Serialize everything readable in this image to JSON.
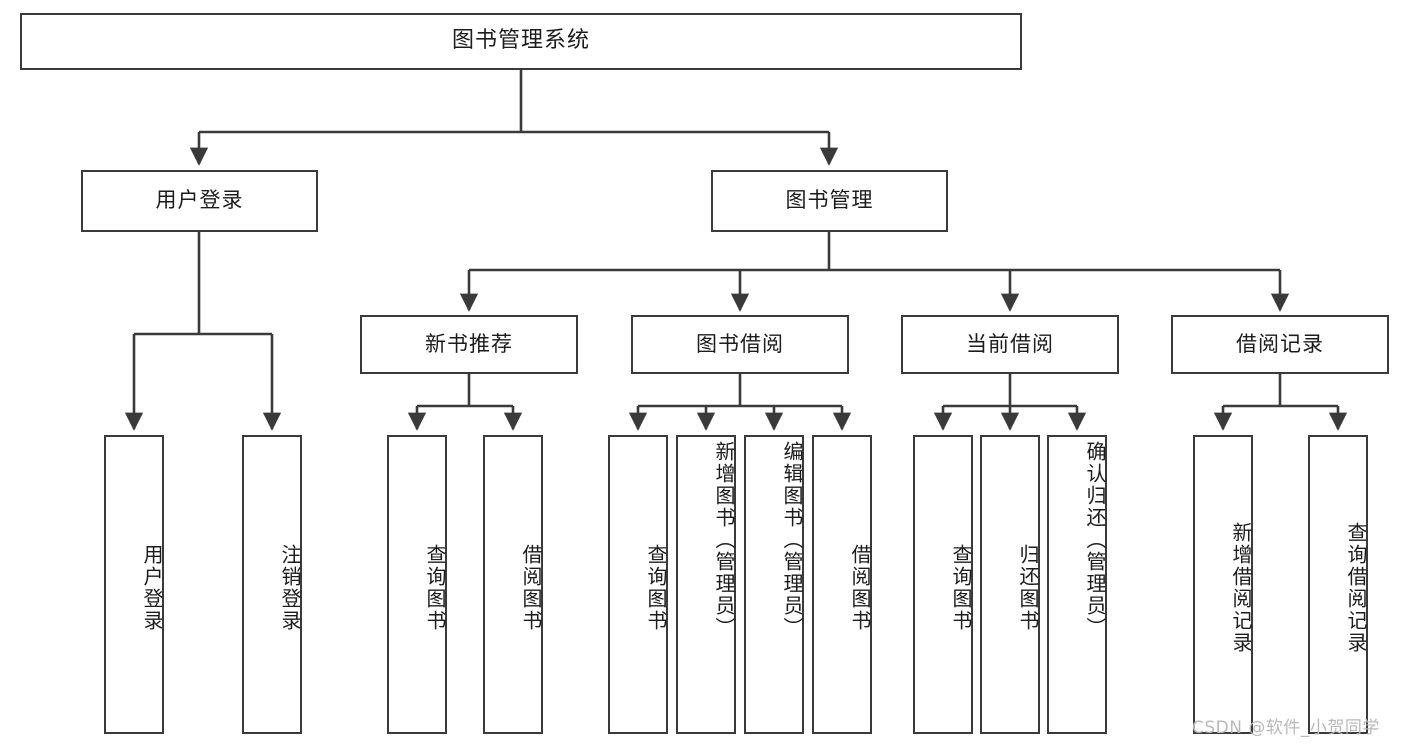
{
  "diagram": {
    "type": "tree-hierarchy-chart",
    "title": "图书管理系统",
    "colors": {
      "stroke": "#3a3a3a",
      "fill": "#ffffff",
      "text": "#1c1c1c",
      "watermark": "#b9b9b9"
    },
    "root": {
      "label": "图书管理系统"
    },
    "level2": {
      "user_login": {
        "label": "用户登录"
      },
      "book_manage": {
        "label": "图书管理"
      }
    },
    "level3": {
      "new_book_recommend": {
        "label": "新书推荐"
      },
      "book_borrow": {
        "label": "图书借阅"
      },
      "current_borrow": {
        "label": "当前借阅"
      },
      "borrow_record": {
        "label": "借阅记录"
      }
    },
    "leaves": {
      "user_login": [
        {
          "label": "用户登录"
        },
        {
          "label": "注销登录"
        }
      ],
      "new_book_recommend": [
        {
          "label": "查询图书"
        },
        {
          "label": "借阅图书"
        }
      ],
      "book_borrow": [
        {
          "label": "查询图书"
        },
        {
          "label": "新增图书（管理员）"
        },
        {
          "label": "编辑图书（管理员）"
        },
        {
          "label": "借阅图书"
        }
      ],
      "current_borrow": [
        {
          "label": "查询图书"
        },
        {
          "label": "归还图书"
        },
        {
          "label": "确认归还（管理员）"
        }
      ],
      "borrow_record": [
        {
          "label": "新增借阅记录"
        },
        {
          "label": "查询借阅记录"
        }
      ]
    },
    "watermark": "CSDN @软件_小贺同学"
  }
}
